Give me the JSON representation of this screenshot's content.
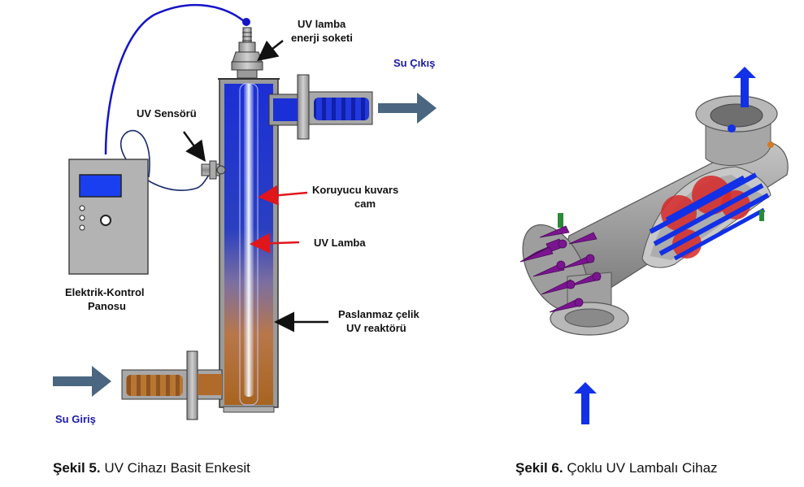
{
  "figure5": {
    "labels": {
      "socket_line1": "UV lamba",
      "socket_line2": "enerji soketi",
      "outlet": "Su Çıkış",
      "sensor": "UV Sensörü",
      "quartz_line1": "Koruyucu kuvars",
      "quartz_line2": "cam",
      "lamp": "UV Lamba",
      "panel_line1": "Elektrik-Kontrol",
      "panel_line2": "Panosu",
      "reactor_line1": "Paslanmaz çelik",
      "reactor_line2": "UV reaktörü",
      "inlet": "Su Giriş"
    },
    "caption_bold": "Şekil 5.",
    "caption_text": " UV Cihazı Basit Enkesit"
  },
  "figure6": {
    "caption_bold": "Şekil 6.",
    "caption_text": " Çoklu UV Lambalı Cihaz"
  },
  "colors": {
    "water_blue": "#1b2fd6",
    "water_rust": "#b06a2a",
    "steel": "#9a9a9a",
    "flow_arrow": "#4a6680",
    "pointer_red": "#e0161b",
    "flow_blue": "#1230e6",
    "lamp_purple": "#7a1590",
    "cable_blue": "#1414c8"
  }
}
